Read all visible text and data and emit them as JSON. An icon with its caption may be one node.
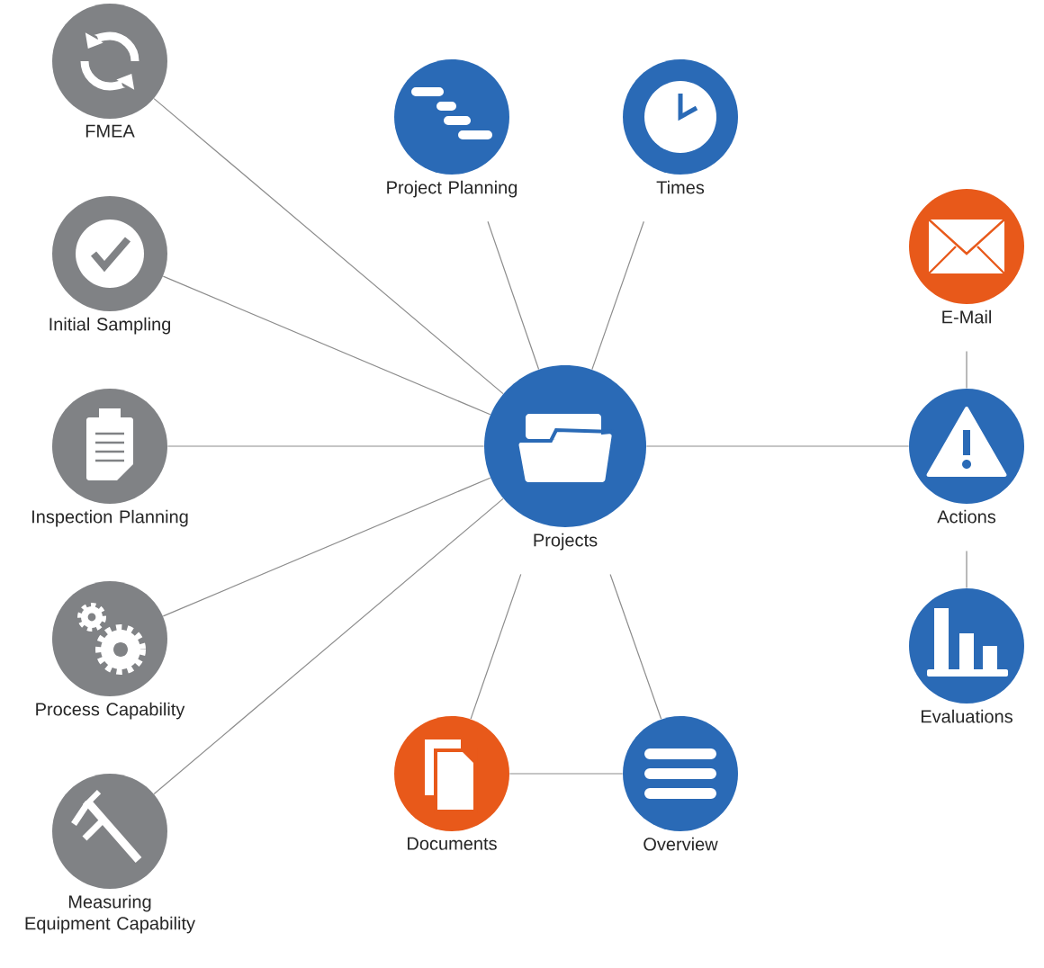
{
  "diagram": {
    "nodes": [
      {
        "text": [
          "FMEA"
        ]
      },
      {
        "text": [
          "Initial Sampling"
        ]
      },
      {
        "text": [
          "Inspection Planning"
        ]
      },
      {
        "text": [
          "Process Capability"
        ]
      },
      {
        "text": [
          "Measuring Equipment Capability"
        ]
      },
      {
        "text": [
          "Project Planning"
        ]
      },
      {
        "text": [
          "Times"
        ]
      },
      {
        "text": [
          "Projects"
        ]
      },
      {
        "text": [
          "E-Mail"
        ]
      },
      {
        "text": [
          "Actions"
        ]
      },
      {
        "text": [
          "Evaluations"
        ]
      },
      {
        "text": [
          "Documents"
        ]
      },
      {
        "text": [
          "Overview"
        ]
      }
    ],
    "edges": [
      {
        "from": 0,
        "to": 7,
        "arrow": "none"
      },
      {
        "from": 1,
        "to": 7,
        "arrow": "none"
      },
      {
        "from": 2,
        "to": 7,
        "arrow": "none"
      },
      {
        "from": 3,
        "to": 7,
        "arrow": "none"
      },
      {
        "from": 4,
        "to": 7,
        "arrow": "none"
      },
      {
        "from": 5,
        "to": 7,
        "arrow": "none"
      },
      {
        "from": 6,
        "to": 7,
        "arrow": "none"
      },
      {
        "from": 7,
        "to": 9,
        "arrow": "none"
      },
      {
        "from": 8,
        "to": 9,
        "arrow": "none"
      },
      {
        "from": 9,
        "to": 10,
        "arrow": "none"
      },
      {
        "from": 7,
        "to": 11,
        "arrow": "none"
      },
      {
        "from": 7,
        "to": 12,
        "arrow": "none"
      },
      {
        "from": 11,
        "to": 12,
        "arrow": "none"
      }
    ]
  }
}
